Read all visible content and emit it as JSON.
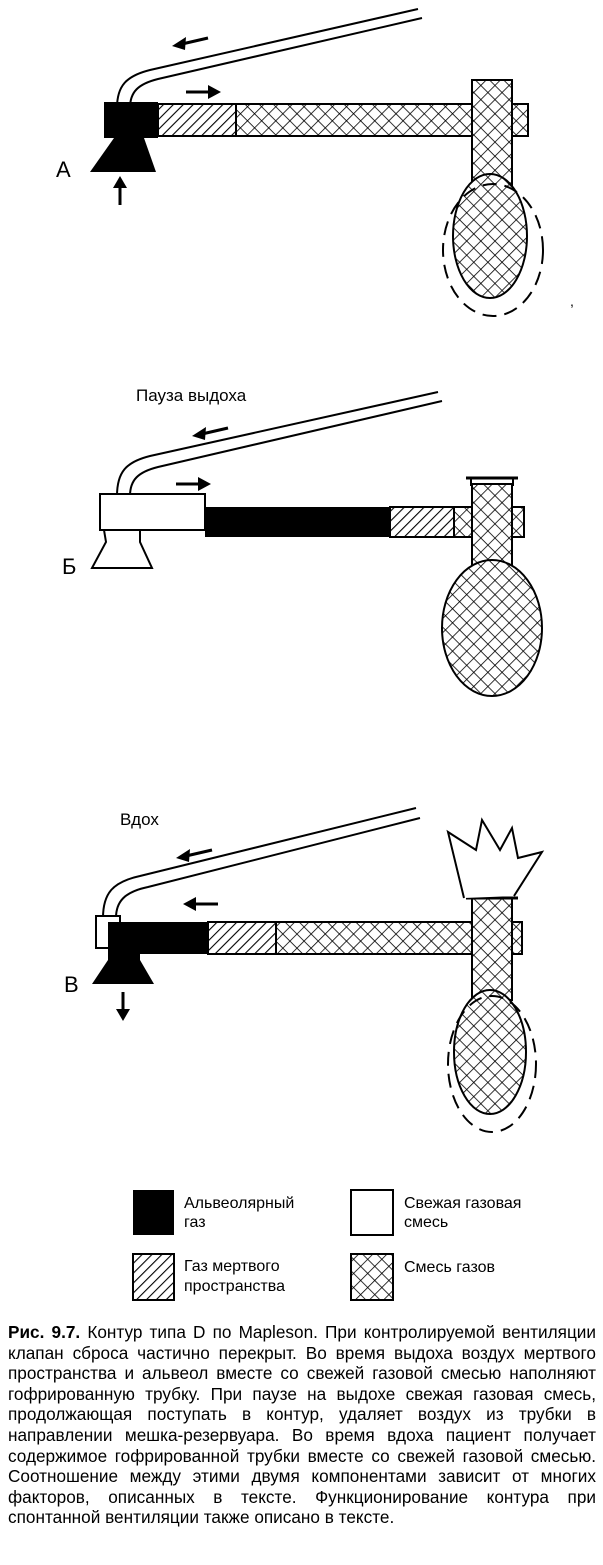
{
  "panels": {
    "a": {
      "letter": "А"
    },
    "b": {
      "letter": "Б",
      "title": "Пауза выдоха"
    },
    "c": {
      "letter": "В",
      "title": "Вдох"
    }
  },
  "legend": {
    "alveolar_l1": "Альвеолярный",
    "alveolar_l2": "газ",
    "fresh_l1": "Свежая газовая",
    "fresh_l2": "смесь",
    "dead_l1": "Газ мертвого",
    "dead_l2": "пространства",
    "mix": "Смесь газов"
  },
  "caption": {
    "label": "Рис. 9.7.",
    "text": " Контур типа D по Mapleson. При контролируемой вентиляции клапан сброса частично перекрыт. Во время выдоха воздух мертвого пространства и альвеол вместе со свежей газовой смесью наполняют гофрированную трубку. При паузе на выдохе свежая газовая смесь, продолжающая поступать в контур, удаляет воздух из трубки в направлении мешка-резервуара. Во время вдоха пациент получает содержимое гофрированной трубки вместе со свежей газовой смесью. Соотношение между этими двумя компонентами зависит от многих факторов, описанных в тексте. Функционирование контура при спонтанной вентиляции также описано в тексте."
  }
}
